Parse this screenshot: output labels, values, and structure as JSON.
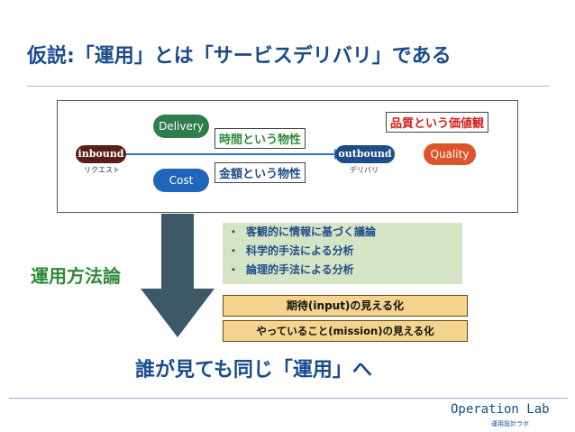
{
  "title": "仮説:「運用」とは「サービスデリバリ」である",
  "diagram": {
    "inbound": {
      "label": "inbound",
      "sub": "リクエスト"
    },
    "outbound": {
      "label": "outbound",
      "sub": "デリバリ"
    },
    "delivery_label": "Delivery",
    "cost_label": "Cost",
    "quality_label": "Quality",
    "time_property": "時間という物性",
    "amount_property": "金額という物性",
    "quality_value": "品質という価値観",
    "colors": {
      "inbound": "#5a1f16",
      "outbound": "#1f4d87",
      "delivery": "#2e7d4d",
      "cost": "#1f66b8",
      "quality": "#e0522a",
      "line": "#2f6fd0"
    }
  },
  "method_label": "運用方法論",
  "points": [
    "客観的に情報に基づく議論",
    "科学的手法による分析",
    "論理的手法による分析"
  ],
  "point_bullet": "・",
  "visualize": {
    "expectation": "期待(input)の見える化",
    "mission": "やっていること(mission)の見える化"
  },
  "conclusion": "誰が見ても同じ「運用」へ",
  "footer": {
    "brand": "Operation Lab",
    "sub": "運用設計ラボ"
  }
}
